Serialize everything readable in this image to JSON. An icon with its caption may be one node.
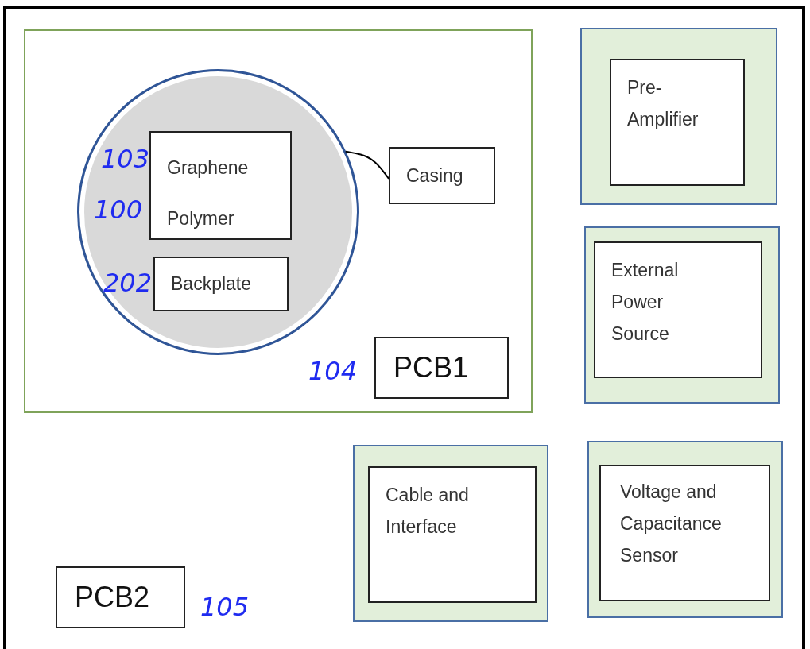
{
  "diagram": {
    "nodes": [
      {
        "text": [],
        "shape": "box"
      },
      {
        "text": [],
        "shape": "circle",
        "in": 0
      },
      {
        "text": [
          "Graphene",
          "Polymer"
        ],
        "in": 1,
        "beside": [
          "103",
          "100"
        ]
      },
      {
        "text": [
          "Backplate"
        ],
        "in": 1,
        "beside": [
          "202"
        ]
      },
      {
        "text": [
          "Casing"
        ],
        "in": 0
      },
      {
        "text": [
          "PCB1"
        ],
        "in": 0,
        "beside": [
          "104"
        ]
      },
      {
        "text": [],
        "shape": "box"
      },
      {
        "text": [
          "Pre- Amplifier"
        ],
        "in": 6
      },
      {
        "text": [],
        "shape": "box"
      },
      {
        "text": [
          "External Power Source"
        ],
        "in": 8
      },
      {
        "text": [],
        "shape": "box"
      },
      {
        "text": [
          "Cable and Interface"
        ],
        "in": 10
      },
      {
        "text": [],
        "shape": "box"
      },
      {
        "text": [
          "Voltage and Capacitance Sensor"
        ],
        "in": 12
      },
      {
        "text": [
          "PCB2"
        ],
        "beside": [
          "105"
        ]
      }
    ],
    "edges": [
      {
        "from": 1,
        "to": 4,
        "arrow": "none"
      }
    ]
  }
}
